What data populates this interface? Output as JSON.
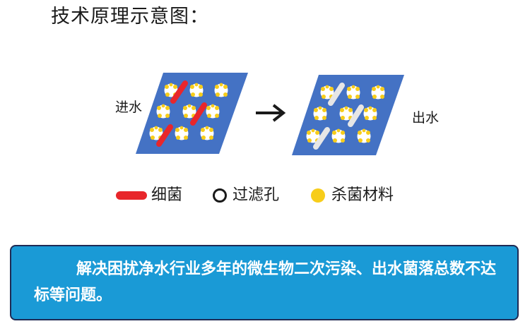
{
  "title": "技术原理示意图：",
  "diagram": {
    "inlet_label": "进水",
    "outlet_label": "出水",
    "arrow_icon": "right-arrow-icon",
    "colors": {
      "plate": "#4472c4",
      "bacteria": "#e8262b",
      "material": "#f7cd1a",
      "dead_bacteria": "#e6e6e6"
    }
  },
  "legend": [
    {
      "icon": "red-capsule-icon",
      "label": "细菌"
    },
    {
      "icon": "open-circle-icon",
      "label": "过滤孔"
    },
    {
      "icon": "yellow-dot-icon",
      "label": "杀菌材料"
    }
  ],
  "callout": {
    "text": "解决困扰净水行业多年的微生物二次污染、出水菌落总数不达标等问题。",
    "background": "#1a9ad6"
  }
}
